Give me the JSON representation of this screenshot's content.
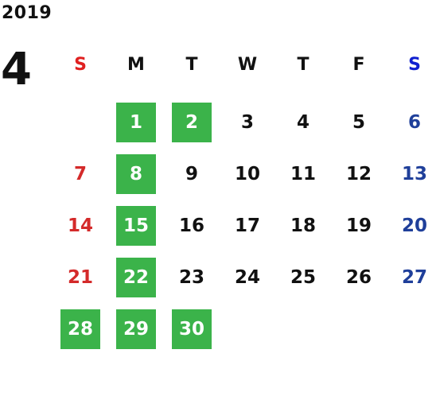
{
  "year": "2019",
  "month": "4",
  "colors": {
    "highlight": "#3bb34a",
    "sunday": "#d42a2a",
    "saturday": "#1f3f9a",
    "sunday_header": "#e02020",
    "saturday_header": "#1020d0"
  },
  "weekdays": [
    "S",
    "M",
    "T",
    "W",
    "T",
    "F",
    "S"
  ],
  "weeks": [
    [
      null,
      {
        "day": "1",
        "hl": true
      },
      {
        "day": "2",
        "hl": true
      },
      {
        "day": "3"
      },
      {
        "day": "4"
      },
      {
        "day": "5"
      },
      {
        "day": "6"
      }
    ],
    [
      {
        "day": "7"
      },
      {
        "day": "8",
        "hl": true
      },
      {
        "day": "9"
      },
      {
        "day": "10"
      },
      {
        "day": "11"
      },
      {
        "day": "12"
      },
      {
        "day": "13"
      }
    ],
    [
      {
        "day": "14"
      },
      {
        "day": "15",
        "hl": true
      },
      {
        "day": "16"
      },
      {
        "day": "17"
      },
      {
        "day": "18"
      },
      {
        "day": "19"
      },
      {
        "day": "20"
      }
    ],
    [
      {
        "day": "21"
      },
      {
        "day": "22",
        "hl": true
      },
      {
        "day": "23"
      },
      {
        "day": "24"
      },
      {
        "day": "25"
      },
      {
        "day": "26"
      },
      {
        "day": "27"
      }
    ],
    [
      {
        "day": "28",
        "hl": true
      },
      {
        "day": "29",
        "hl": true
      },
      {
        "day": "30",
        "hl": true
      },
      null,
      null,
      null,
      null
    ]
  ]
}
